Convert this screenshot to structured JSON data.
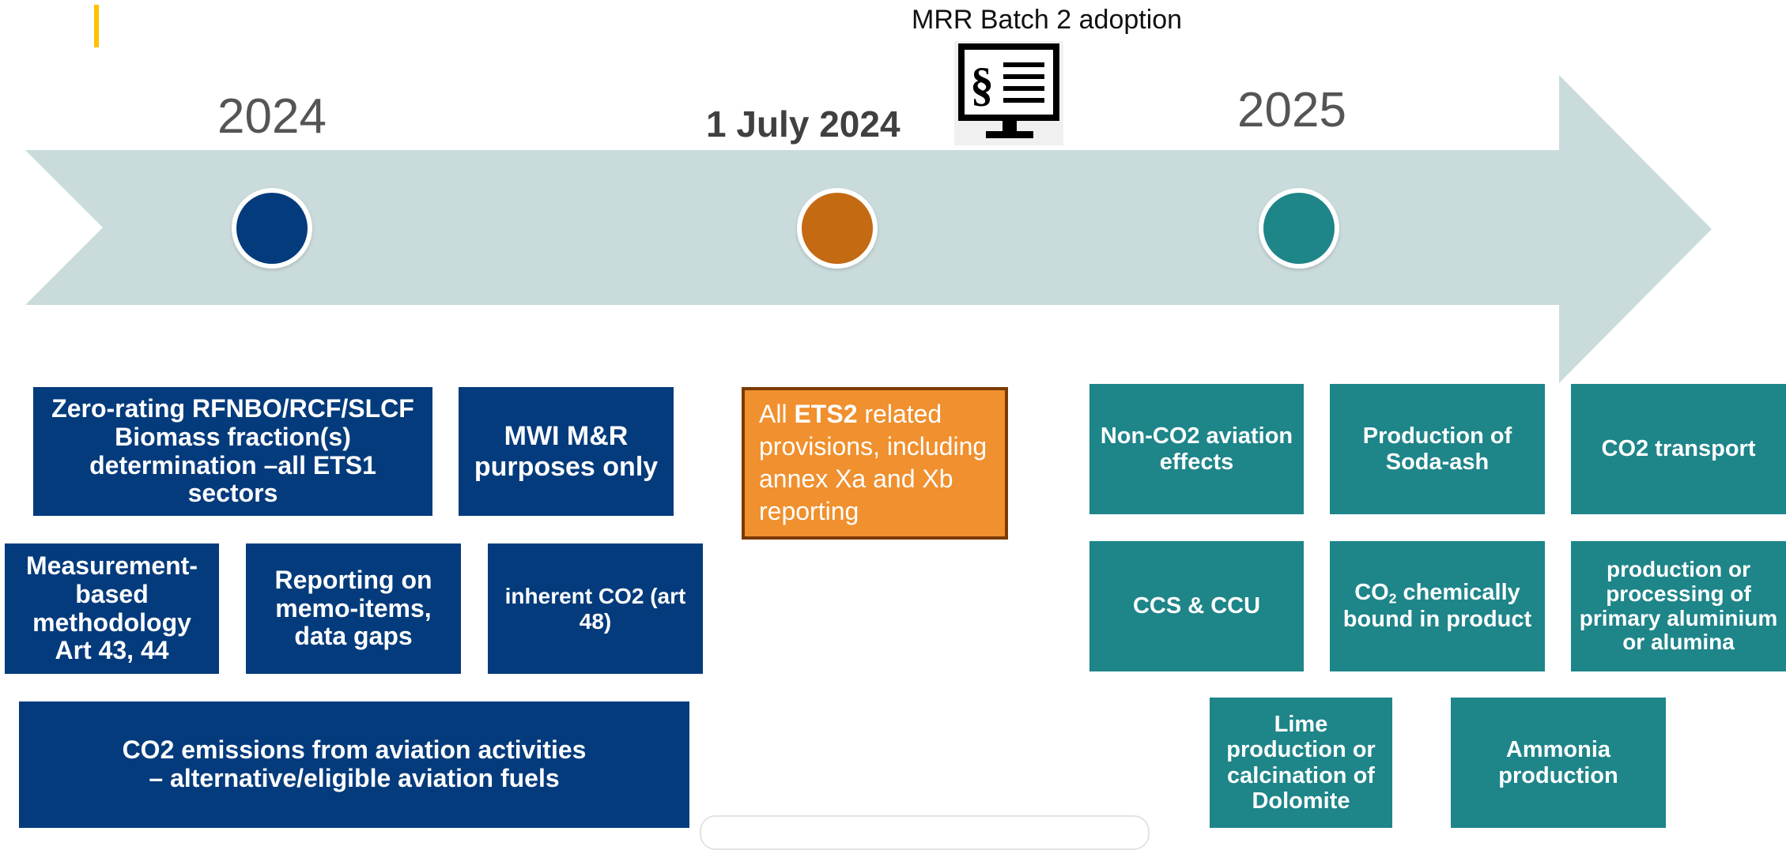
{
  "timeline": {
    "year_left": "2024",
    "year_right": "2025",
    "mid_date": "1 July 2024",
    "adoption_label": "MRR Batch 2 adoption",
    "dot_colors": [
      "#043b7c",
      "#c46a12",
      "#1e8589"
    ],
    "arrow_color": "#cadbdc",
    "icons": [
      "regulation-monitor-icon"
    ]
  },
  "boxes_2024": {
    "zero_rating": "Zero-rating RFNBO/RCF/SLCF Biomass fraction(s) determination –all ETS1 sectors",
    "mwi": "MWI M&R purposes only",
    "measurement": "Measurement-based methodology Art 43, 44",
    "reporting_memo": "Reporting on memo-items, data gaps",
    "inherent_co2": "inherent CO2 (art 48)",
    "aviation": "CO2 emissions from aviation activities – alternative/eligible aviation fuels"
  },
  "box_july": {
    "prefix": "All ",
    "bold": "ETS2",
    "suffix": " related provisions, including annex Xa and Xb reporting"
  },
  "boxes_2025": {
    "non_co2": "Non-CO2 aviation effects",
    "soda_ash": "Production of Soda-ash",
    "co2_transport": "CO2 transport",
    "ccs_ccu": "CCS & CCU",
    "co2_bound_prefix": "CO",
    "co2_bound_sub": "2",
    "co2_bound_suffix": " chemically bound in product",
    "aluminium": "production or processing of primary aluminium or alumina",
    "lime": "Lime production or calcination of Dolomite",
    "ammonia": "Ammonia production"
  },
  "colors": {
    "blue": "#043b7c",
    "teal": "#1e8589",
    "orange": "#f0902e",
    "accent": "#ffc000"
  }
}
